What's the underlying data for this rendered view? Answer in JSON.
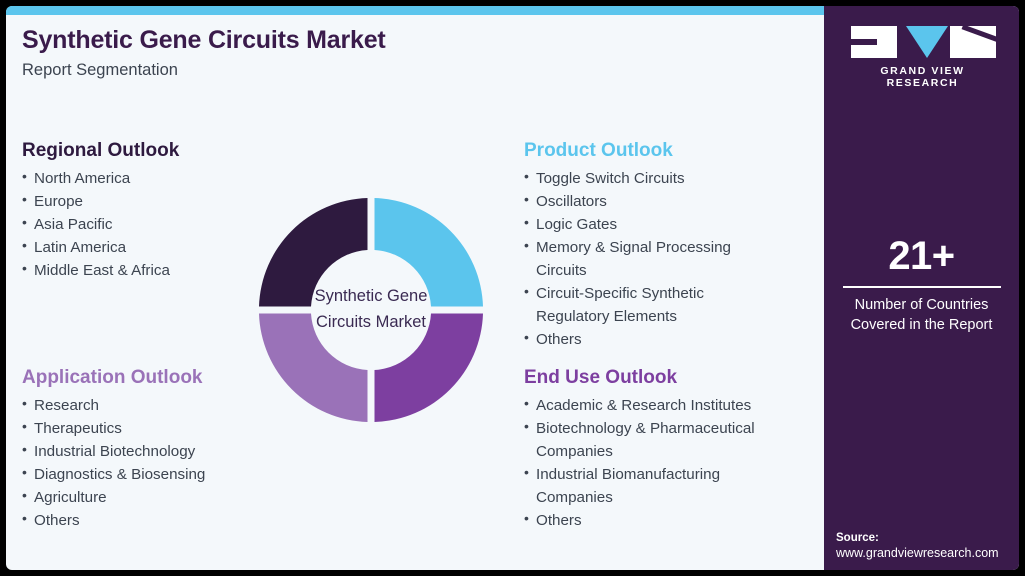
{
  "header": {
    "title": "Synthetic Gene Circuits Market",
    "subtitle": "Report Segmentation"
  },
  "brand": {
    "logo_letters": "GVR",
    "logo_text": "GRAND VIEW RESEARCH",
    "panel_color": "#3a1b4b",
    "accent_cyan": "#5bc5ed"
  },
  "stat": {
    "value": "21+",
    "caption_line1": "Number of Countries",
    "caption_line2": "Covered in the Report"
  },
  "source": {
    "label": "Source:",
    "url": "www.grandviewresearch.com"
  },
  "donut": {
    "center_line1": "Synthetic Gene",
    "center_line2": "Circuits Market"
  },
  "segments": {
    "regional": {
      "title": "Regional Outlook",
      "color": "#2e1a3f",
      "items": [
        "North America",
        "Europe",
        "Asia Pacific",
        "Latin America",
        "Middle East & Africa"
      ]
    },
    "product": {
      "title": "Product Outlook",
      "color": "#5bc5ed",
      "items": [
        "Toggle Switch Circuits",
        "Oscillators",
        "Logic Gates",
        "Memory & Signal Processing",
        "Circuits",
        "Circuit-Specific Synthetic",
        "Regulatory Elements",
        "Others"
      ]
    },
    "application": {
      "title": "Application Outlook",
      "color": "#9a72b8",
      "items": [
        "Research",
        "Therapeutics",
        "Industrial Biotechnology",
        "Diagnostics & Biosensing",
        "Agriculture",
        "Others"
      ]
    },
    "enduse": {
      "title": "End Use Outlook",
      "color": "#7d3fa0",
      "items": [
        "Academic & Research Institutes",
        "Biotechnology & Pharmaceutical",
        "Companies",
        "Industrial Biomanufacturing",
        "Companies",
        "Others"
      ]
    }
  },
  "chart_data": {
    "type": "pie",
    "title": "Synthetic Gene Circuits Market",
    "categories": [
      "Regional Outlook",
      "Product Outlook",
      "End Use Outlook",
      "Application Outlook"
    ],
    "values": [
      25,
      25,
      25,
      25
    ],
    "colors": [
      "#2e1a3f",
      "#5bc5ed",
      "#7d3fa0",
      "#9a72b8"
    ],
    "legend": "none",
    "note": "Equal-quarter donut: top-left dark purple, top-right cyan, bottom-right medium purple, bottom-left light purple"
  }
}
